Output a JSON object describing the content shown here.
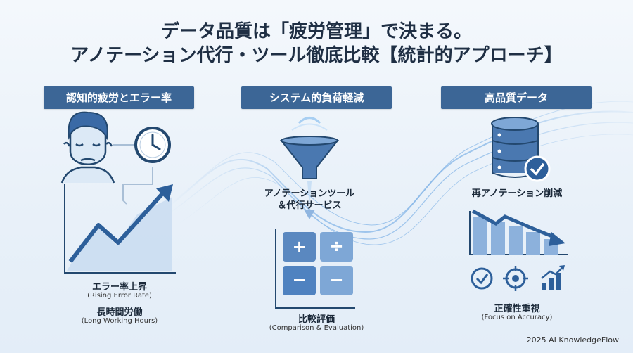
{
  "title": {
    "line1": "データ品質は「疲労管理」で決まる。",
    "line2": "アノテーション代行・ツール徹底比較【統計的アプローチ】"
  },
  "columns": [
    {
      "header": "認知的疲労とエラー率",
      "labels": [
        {
          "text": "エラー率上昇",
          "sub": "(Rising Error Rate)"
        },
        {
          "text": "長時間労働",
          "sub": "(Long Working Hours)"
        }
      ]
    },
    {
      "header": "システム的負荷軽減",
      "labels": [
        {
          "text": "アノテーションツール",
          "text2": "＆代行サービス"
        },
        {
          "text": "比較評価",
          "sub": "(Comparison & Evaluation)"
        }
      ],
      "symbols": [
        "+",
        "÷",
        "−",
        "−"
      ]
    },
    {
      "header": "高品質データ",
      "labels": [
        {
          "text": "再アノテーション削減"
        },
        {
          "text": "正確性重視",
          "sub": "(Focus on Accuracy)"
        }
      ]
    }
  ],
  "icons": [
    "tired-face-icon",
    "clock-icon",
    "rising-chart-icon",
    "funnel-icon",
    "calculator-icon",
    "database-check-icon",
    "falling-bar-chart-icon",
    "check-circle-icon",
    "target-icon",
    "growth-bars-icon"
  ],
  "footer": "2025 AI KnowledgeFlow",
  "colors": {
    "accent": "#3c6696",
    "icon": "#3a6aa6",
    "light": "#8fb5e0"
  }
}
